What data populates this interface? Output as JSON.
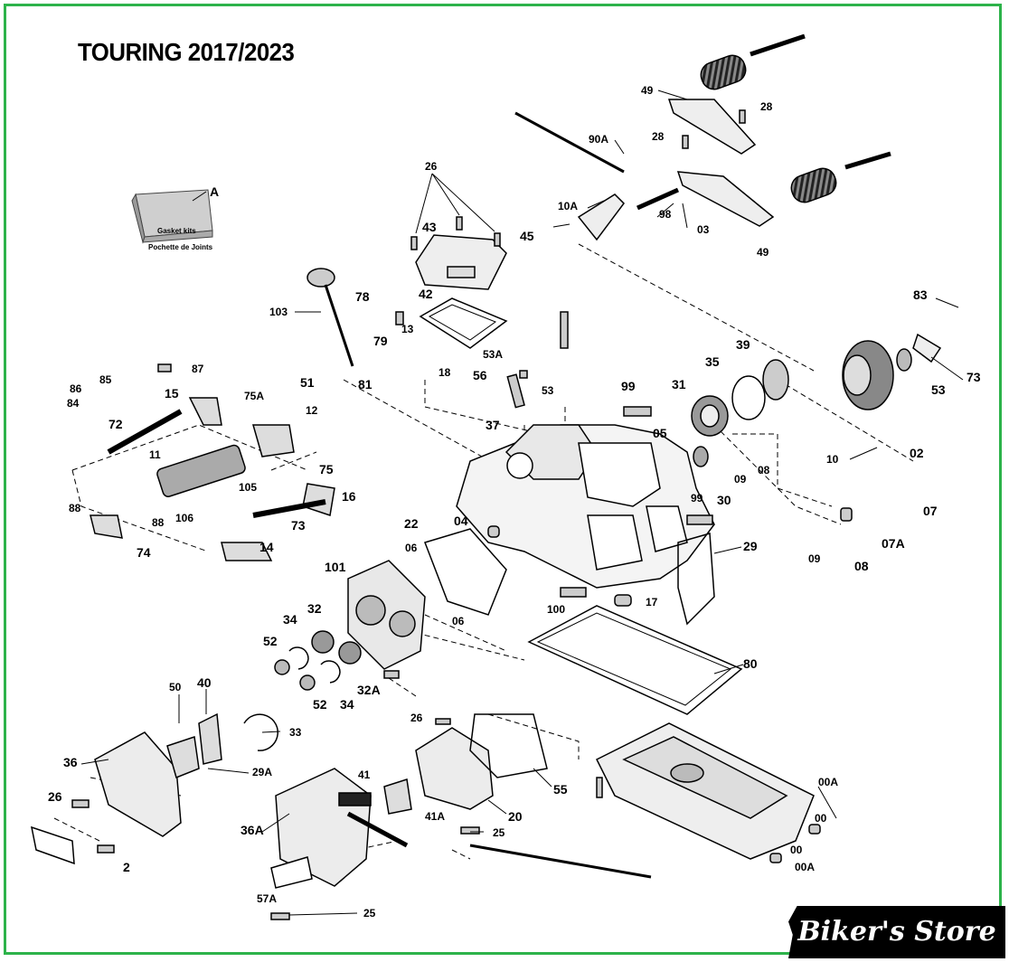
{
  "title": "TOURING 2017/2023",
  "gasket_kit": {
    "box_text": "Gasket kits",
    "caption": "Pochette de Joints",
    "label": "A"
  },
  "brand": "Biker's Store",
  "colors": {
    "frame": "#2db34a",
    "ink": "#000000",
    "brand_bg": "#000000"
  },
  "callouts": [
    "26",
    "43",
    "42",
    "45",
    "10A",
    "90A",
    "49",
    "28",
    "28",
    "98",
    "03",
    "49",
    "103",
    "78",
    "13",
    "79",
    "81",
    "51",
    "18",
    "53A",
    "56",
    "53",
    "37",
    "83",
    "39",
    "35",
    "31",
    "99",
    "05",
    "73",
    "53",
    "02",
    "10",
    "07",
    "07A",
    "08",
    "09",
    "08",
    "09",
    "30",
    "99",
    "29",
    "87",
    "85",
    "86",
    "84",
    "15",
    "75A",
    "12",
    "72",
    "11",
    "105",
    "75",
    "106",
    "16",
    "88",
    "88",
    "74",
    "73",
    "14",
    "22",
    "04",
    "06",
    "101",
    "06",
    "100",
    "17",
    "80",
    "34",
    "32",
    "52",
    "32A",
    "34",
    "52",
    "50",
    "40",
    "33",
    "36",
    "29A",
    "26",
    "2",
    "26",
    "41",
    "41A",
    "25",
    "20",
    "55",
    "36A",
    "57A",
    "25",
    "00A",
    "00",
    "00",
    "00A"
  ]
}
